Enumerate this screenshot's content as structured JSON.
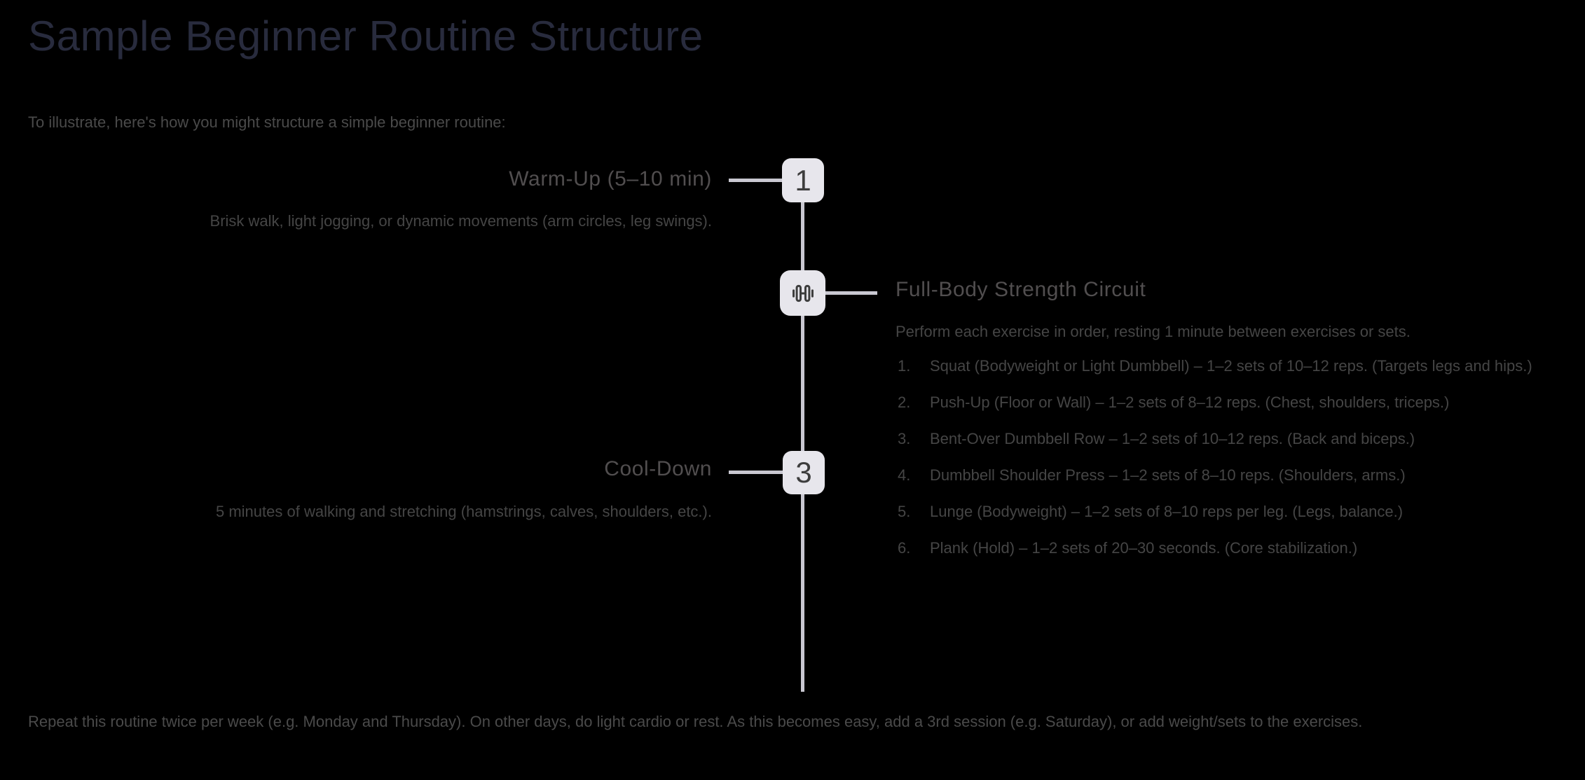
{
  "page": {
    "title": "Sample Beginner Routine Structure",
    "intro": "To illustrate, here's how you might structure a simple beginner routine:",
    "footer": "Repeat this routine twice per week (e.g. Monday and Thursday). On other days, do light cardio or rest. As this becomes easy, add a 3rd session (e.g. Saturday), or add weight/sets to the exercises."
  },
  "timeline": {
    "steps": [
      {
        "marker_label": "1",
        "side": "left",
        "title": "Warm-Up (5–10 min)",
        "description": "Brisk walk, light jogging, or dynamic movements (arm circles, leg swings)."
      },
      {
        "marker_icon": "dumbbell-icon",
        "side": "right",
        "title": "Full-Body Strength Circuit",
        "description": "Perform each exercise in order, resting 1 minute between exercises or sets.",
        "exercises": [
          {
            "number": "1.",
            "text": "Squat (Bodyweight or Light Dumbbell) – 1–2 sets of 10–12 reps. (Targets legs and hips.)"
          },
          {
            "number": "2.",
            "text": "Push-Up (Floor or Wall) – 1–2 sets of 8–12 reps. (Chest, shoulders, triceps.)"
          },
          {
            "number": "3.",
            "text": "Bent-Over Dumbbell Row – 1–2 sets of 10–12 reps. (Back and biceps.)"
          },
          {
            "number": "4.",
            "text": "Dumbbell Shoulder Press – 1–2 sets of 8–10 reps. (Shoulders, arms.)"
          },
          {
            "number": "5.",
            "text": "Lunge (Bodyweight) – 1–2 sets of 8–10 reps per leg. (Legs, balance.)"
          },
          {
            "number": "6.",
            "text": "Plank (Hold) – 1–2 sets of 20–30 seconds. (Core stabilization.)"
          }
        ]
      },
      {
        "marker_label": "3",
        "side": "left",
        "title": "Cool-Down",
        "description": "5 minutes of walking and stretching (hamstrings, calves, shoulders, etc.)."
      }
    ]
  },
  "colors": {
    "background": "#000000",
    "title_color": "#282b3d",
    "heading_color": "#514e4f",
    "body_color": "#454545",
    "footer_color": "#4a4a4a",
    "line_color": "#c9c8d1",
    "node_fill": "#e7e6ec",
    "node_glyph": "#3d3d3d"
  }
}
